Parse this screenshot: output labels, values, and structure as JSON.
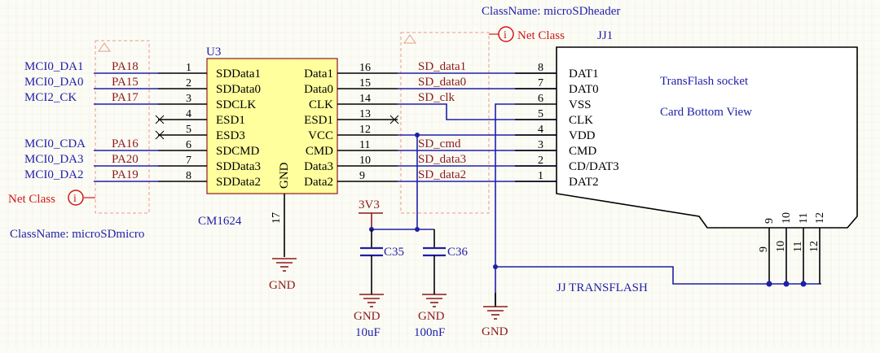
{
  "colors": {
    "background": "#fcfcf6",
    "wire_blue": "#1f1fa8",
    "wire_black": "#000000",
    "net_label": "#8b1a1a",
    "power": "#8b1a1a",
    "ic_fill": "#ffff9e",
    "ic_stroke": "#8b1a1a",
    "class_marker": "#d01818",
    "box_dash": "#e89a8a"
  },
  "top_label": "ClassName: microSDheader",
  "bottom_left_label": "ClassName: microSDmicro",
  "netclass_right": "Net Class",
  "netclass_left": "Net Class",
  "netclass_icon": "i",
  "u3": {
    "designator": "U3",
    "part": "CM1624",
    "gnd_pin_label": "GND",
    "gnd_pin_num": "17",
    "left_pins": [
      {
        "num": "1",
        "name": "SDData1"
      },
      {
        "num": "2",
        "name": "SDData0"
      },
      {
        "num": "3",
        "name": "SDCLK"
      },
      {
        "num": "4",
        "name": "ESD1"
      },
      {
        "num": "5",
        "name": "ESD3"
      },
      {
        "num": "6",
        "name": "SDCMD"
      },
      {
        "num": "7",
        "name": "SDData3"
      },
      {
        "num": "8",
        "name": "SDData2"
      }
    ],
    "right_pins": [
      {
        "num": "16",
        "name": "Data1"
      },
      {
        "num": "15",
        "name": "Data0"
      },
      {
        "num": "14",
        "name": "CLK"
      },
      {
        "num": "13",
        "name": "ESD1"
      },
      {
        "num": "12",
        "name": "VCC"
      },
      {
        "num": "11",
        "name": "CMD"
      },
      {
        "num": "10",
        "name": "Data3"
      },
      {
        "num": "9",
        "name": "Data2"
      }
    ]
  },
  "left_nets": [
    {
      "net": "MCI0_DA1",
      "port": "PA18"
    },
    {
      "net": "MCI0_DA0",
      "port": "PA15"
    },
    {
      "net": "MCI2_CK",
      "port": "PA17"
    },
    {
      "net": "MCI0_CDA",
      "port": "PA16"
    },
    {
      "net": "MCI0_DA3",
      "port": "PA20"
    },
    {
      "net": "MCI0_DA2",
      "port": "PA19"
    }
  ],
  "mid_nets": [
    "SD_data1",
    "SD_data0",
    "SD_clk",
    "SD_cmd",
    "SD_data3",
    "SD_data2"
  ],
  "jj1": {
    "designator": "JJ1",
    "title1": "TransFlash socket",
    "title2": "Card Bottom View",
    "pins": [
      {
        "num": "8",
        "name": "DAT1"
      },
      {
        "num": "7",
        "name": "DAT0"
      },
      {
        "num": "6",
        "name": "VSS"
      },
      {
        "num": "5",
        "name": "CLK"
      },
      {
        "num": "4",
        "name": "VDD"
      },
      {
        "num": "3",
        "name": "CMD"
      },
      {
        "num": "2",
        "name": "CD/DAT3"
      },
      {
        "num": "1",
        "name": "DAT2"
      }
    ],
    "bottom_pins": [
      "9",
      "10",
      "11",
      "12"
    ],
    "net_name": "JJ TRANSFLASH"
  },
  "power": {
    "v3v3": "3V3",
    "gnd": "GND"
  },
  "caps": [
    {
      "ref": "C35",
      "value": "10uF"
    },
    {
      "ref": "C36",
      "value": "100nF"
    }
  ]
}
